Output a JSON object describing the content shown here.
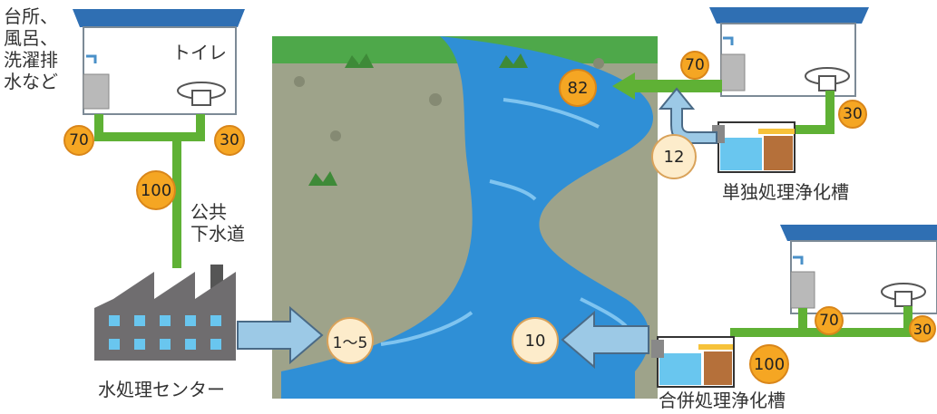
{
  "labels": {
    "household_left": "台所、\n風呂、\n洗濯排\n水など",
    "toilet_left": "トイレ",
    "public_sewer": "公共\n下水道",
    "water_treatment_center": "水処理センター",
    "single_tank": "単独処理浄化槽",
    "combined_tank": "合併処理浄化槽"
  },
  "values": {
    "left_kitchen": "70",
    "left_toilet": "30",
    "sewer_total": "100",
    "center_output": "1〜5",
    "single_output": "82",
    "single_kitchen": "70",
    "single_toilet": "30",
    "single_tank_output": "12",
    "combined_output": "10",
    "combined_kitchen": "70",
    "combined_toilet": "30",
    "combined_total": "100"
  },
  "colors": {
    "river": "#2f8fd6",
    "land": "#9ea38a",
    "pipe": "#5fb135",
    "roof": "#2f6fb3",
    "factory": "#6f6d6f",
    "arrow_light": "#9cc9e6",
    "badge_orange": "#f5a623",
    "badge_cream": "#fdeccb"
  }
}
